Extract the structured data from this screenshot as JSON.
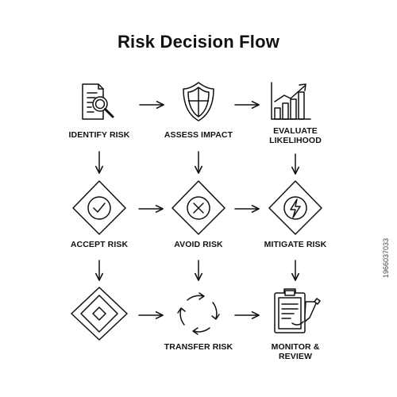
{
  "title": "Risk Decision Flow",
  "nodes": {
    "identify": {
      "label": "IDENTIFY RISK",
      "icon": "document-magnifier-icon"
    },
    "assess": {
      "label": "ASSESS IMPACT",
      "icon": "shield-icon"
    },
    "evaluate": {
      "label_line1": "EVALUATE",
      "label_line2": "LIKELIHOOD",
      "icon": "bar-chart-arrow-icon"
    },
    "accept": {
      "label": "ACCEPT RISK",
      "icon": "check-diamond-icon"
    },
    "avoid": {
      "label": "AVOID RISK",
      "icon": "cross-diamond-icon"
    },
    "mitigate": {
      "label": "MITIGATE RISK",
      "icon": "lightning-diamond-icon"
    },
    "unlabeled": {
      "icon": "nested-diamond-icon"
    },
    "transfer": {
      "label": "TRANSFER RISK",
      "icon": "cycle-arrows-icon"
    },
    "monitor": {
      "label_line1": "MONITOR &",
      "label_line2": "REVIEW",
      "icon": "clipboard-pen-icon"
    }
  },
  "stock_id": "1966037033",
  "colors": {
    "stroke": "#111111",
    "background": "#ffffff"
  }
}
